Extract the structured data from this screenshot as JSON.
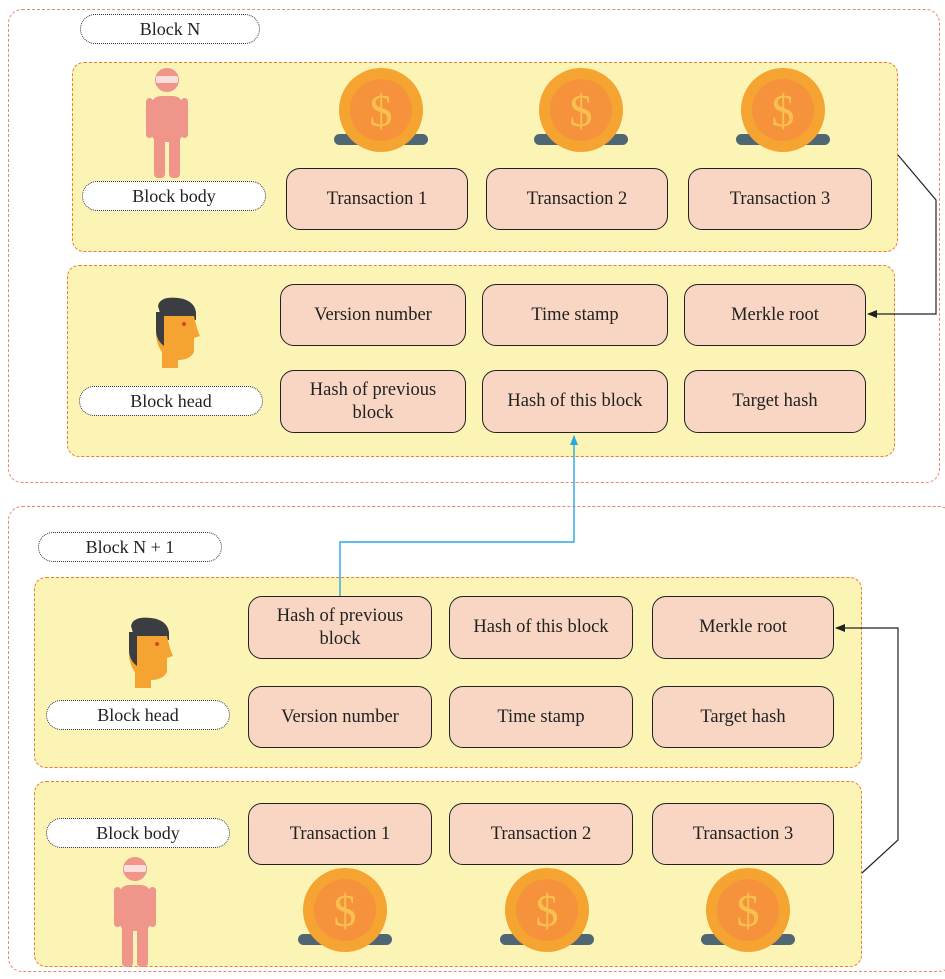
{
  "block_n": {
    "title": "Block N",
    "body": {
      "label": "Block body",
      "transactions": [
        "Transaction 1",
        "Transaction 2",
        "Transaction 3"
      ]
    },
    "head": {
      "label": "Block head",
      "fields": [
        "Version number",
        "Time stamp",
        "Merkle root",
        "Hash of previous block",
        "Hash of this block",
        "Target hash"
      ]
    }
  },
  "block_n1": {
    "title": "Block N + 1",
    "head": {
      "label": "Block head",
      "fields": [
        "Hash of previous block",
        "Hash of this block",
        "Merkle root",
        "Version number",
        "Time stamp",
        "Target hash"
      ]
    },
    "body": {
      "label": "Block body",
      "transactions": [
        "Transaction 1",
        "Transaction 2",
        "Transaction 3"
      ]
    }
  },
  "icons": {
    "coin": "dollar-coin-icon",
    "person": "person-icon",
    "head": "man-head-icon"
  },
  "colors": {
    "panel_fill": "#fbf4b4",
    "panel_border": "#ee7a3a",
    "box_fill": "#f8d6c3",
    "coin": "#f5a431",
    "hash_link_arrow": "#29a8df",
    "merkle_arrow": "#222222"
  }
}
